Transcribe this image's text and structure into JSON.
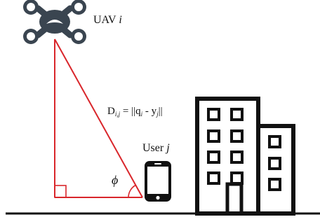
{
  "labels": {
    "uav_name": "UAV",
    "uav_index": "i",
    "user_name": "User",
    "user_index": "j",
    "distance_symbol": "D",
    "distance_subscript": "i,j",
    "distance_equals": " = ||q",
    "distance_q_sub": "i",
    "distance_minus": " - y",
    "distance_y_sub": "j",
    "distance_close": "||",
    "angle_symbol": "ϕ"
  },
  "colors": {
    "triangle": "#d9262b",
    "ink": "#111111",
    "drone_body": "#3a4550"
  },
  "icons": {
    "drone": "quadcopter-icon",
    "phone": "smartphone-icon",
    "building": "office-building-icon"
  }
}
